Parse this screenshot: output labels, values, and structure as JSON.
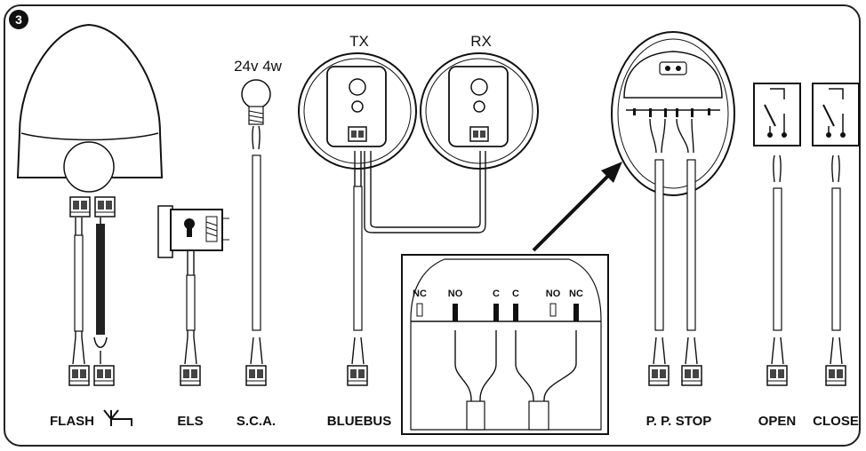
{
  "figure_number": "3",
  "top_labels": {
    "lamp_rating": "24v 4w",
    "tx": "TX",
    "rx": "RX"
  },
  "bottom_labels": {
    "flash": "FLASH",
    "els": "ELS",
    "sca": "S.C.A.",
    "bluebus": "BLUEBUS",
    "pp": "P. P.",
    "stop": "STOP",
    "open": "OPEN",
    "close": "CLOSE"
  },
  "detail_labels": [
    "NC",
    "NO",
    "C",
    "C",
    "NO",
    "NC"
  ]
}
